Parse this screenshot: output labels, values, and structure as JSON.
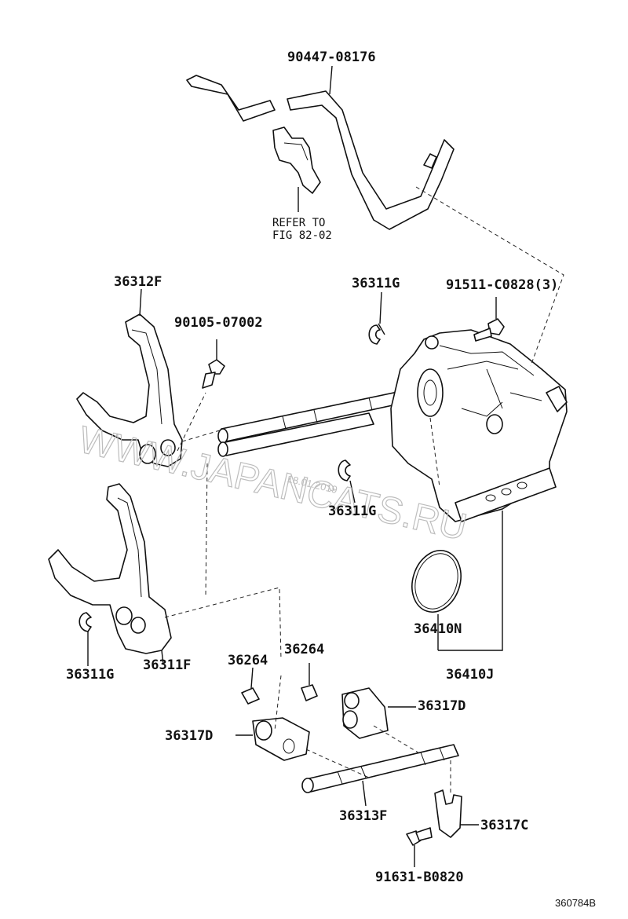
{
  "diagram": {
    "labels": {
      "hose": "90447-08176",
      "refer_line1": "REFER TO",
      "refer_line2": "FIG 82-02",
      "fork_upper": "36312F",
      "bolt_fork": "90105-07002",
      "snap_ring_top": "36311G",
      "bolt_housing": "91511-C0828(3)",
      "snap_ring_mid": "36311G",
      "snap_ring_low": "36311G",
      "fork_lower": "36311F",
      "pin_left": "36264",
      "pin_right": "36264",
      "o_ring": "36410N",
      "housing_assy": "36410J",
      "head_right": "36317D",
      "head_left": "36317D",
      "shaft": "36313F",
      "bracket": "36317C",
      "bolt_bracket": "91631-B0820",
      "drawing_id": "360784B"
    },
    "watermark": {
      "site": "WWW.JAPANCATS.RU",
      "date": "18.01.2019"
    }
  }
}
